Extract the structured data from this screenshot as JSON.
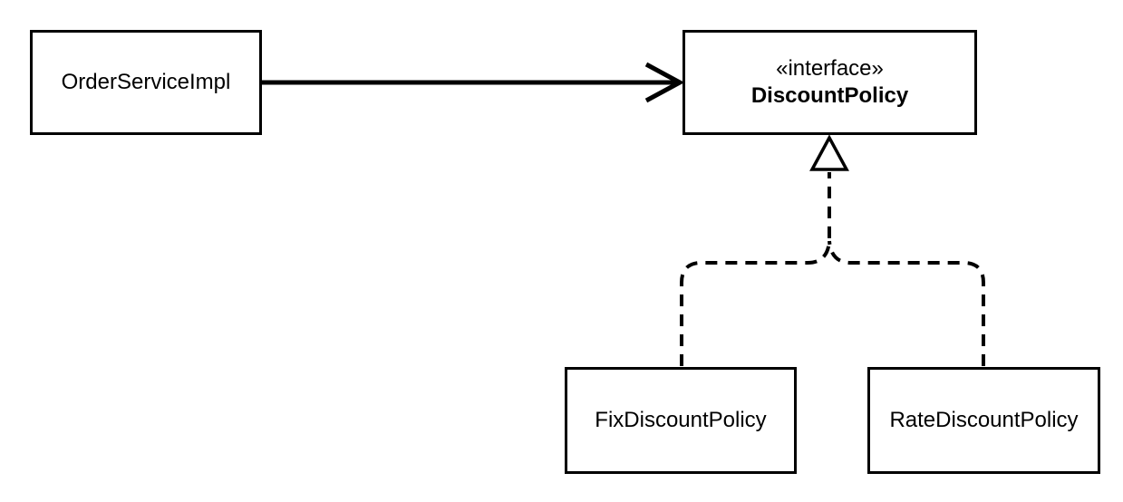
{
  "diagram": {
    "type": "uml-class-diagram",
    "background_color": "#ffffff",
    "line_color": "#000000",
    "nodes": [
      {
        "id": "order-service-impl",
        "label": "OrderServiceImpl"
      },
      {
        "id": "discount-policy",
        "stereotype": "«interface»",
        "label": "DiscountPolicy"
      },
      {
        "id": "fix-discount-policy",
        "label": "FixDiscountPolicy"
      },
      {
        "id": "rate-discount-policy",
        "label": "RateDiscountPolicy"
      }
    ],
    "edges": [
      {
        "type": "dependency",
        "from": "OrderServiceImpl",
        "to": "DiscountPolicy",
        "style": "solid-line-open-arrowhead"
      },
      {
        "type": "realization",
        "from": "FixDiscountPolicy",
        "to": "DiscountPolicy",
        "style": "dashed-line-hollow-triangle"
      },
      {
        "type": "realization",
        "from": "RateDiscountPolicy",
        "to": "DiscountPolicy",
        "style": "dashed-line-hollow-triangle"
      }
    ]
  }
}
